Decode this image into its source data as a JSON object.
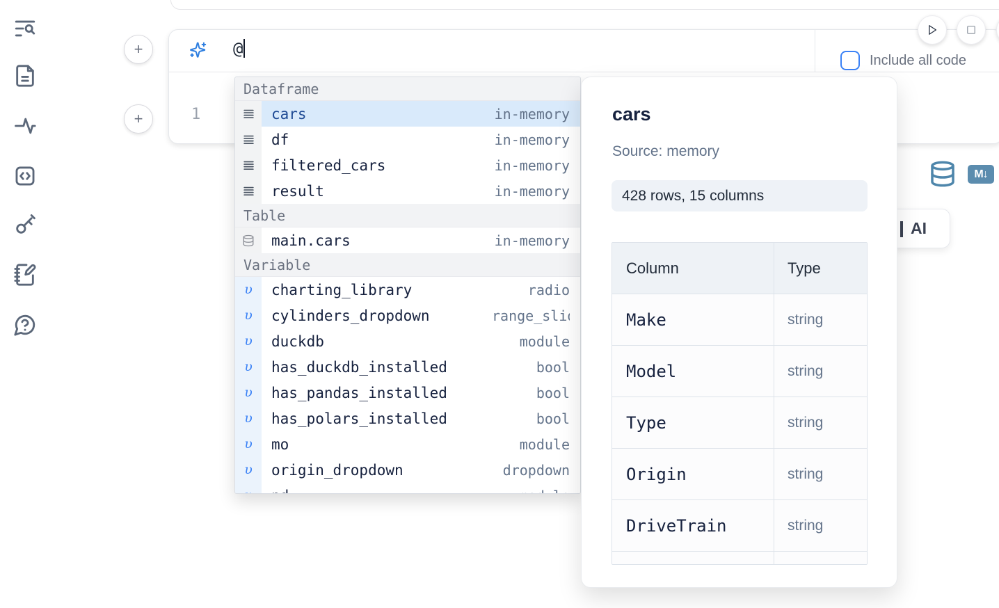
{
  "sidebar": {
    "icons": [
      "list-search",
      "document",
      "activity",
      "code-snippet",
      "key",
      "notebook-edit",
      "help-chat"
    ]
  },
  "cell": {
    "ai_input": {
      "value": "@",
      "placeholder": ""
    },
    "include_all_code_label": "Include all code",
    "include_all_code_checked": false,
    "line_number": "1",
    "markdown_badge": "M↓"
  },
  "add_cell_button_label": "+",
  "autocomplete": {
    "sections": [
      {
        "label": "Dataframe",
        "items": [
          {
            "name": "cars",
            "type": "in-memory",
            "icon": "rows",
            "selected": true
          },
          {
            "name": "df",
            "type": "in-memory",
            "icon": "rows",
            "selected": false
          },
          {
            "name": "filtered_cars",
            "type": "in-memory",
            "icon": "rows",
            "selected": false
          },
          {
            "name": "result",
            "type": "in-memory",
            "icon": "rows",
            "selected": false
          }
        ]
      },
      {
        "label": "Table",
        "items": [
          {
            "name": "main.cars",
            "type": "in-memory",
            "icon": "database",
            "selected": false
          }
        ]
      },
      {
        "label": "Variable",
        "items": [
          {
            "name": "charting_library",
            "type": "radio",
            "icon": "variable",
            "selected": false
          },
          {
            "name": "cylinders_dropdown",
            "type": "range_slider",
            "icon": "variable",
            "selected": false
          },
          {
            "name": "duckdb",
            "type": "module",
            "icon": "variable",
            "selected": false
          },
          {
            "name": "has_duckdb_installed",
            "type": "bool",
            "icon": "variable",
            "selected": false
          },
          {
            "name": "has_pandas_installed",
            "type": "bool",
            "icon": "variable",
            "selected": false
          },
          {
            "name": "has_polars_installed",
            "type": "bool",
            "icon": "variable",
            "selected": false
          },
          {
            "name": "mo",
            "type": "module",
            "icon": "variable",
            "selected": false
          },
          {
            "name": "origin_dropdown",
            "type": "dropdown",
            "icon": "variable",
            "selected": false
          },
          {
            "name": "pd",
            "type": "module",
            "icon": "variable",
            "selected": false
          }
        ]
      }
    ],
    "variable_glyph": "υ"
  },
  "preview_panel": {
    "title": "cars",
    "source": "Source: memory",
    "shape_badge": "428 rows, 15 columns",
    "table": {
      "headers": [
        "Column",
        "Type"
      ],
      "rows": [
        {
          "column": "Make",
          "type": "string"
        },
        {
          "column": "Model",
          "type": "string"
        },
        {
          "column": "Type",
          "type": "string"
        },
        {
          "column": "Origin",
          "type": "string"
        },
        {
          "column": "DriveTrain",
          "type": "string"
        }
      ]
    }
  },
  "ai_card": {
    "label": "AI"
  },
  "colors": {
    "accent_blue": "#3b82f6",
    "selection_bg": "#d9eafb",
    "selected_text": "#1e4a94",
    "steel_blue_icon": "#4e86ab",
    "muted_text": "#64748b",
    "dark_text": "#16213e",
    "section_header_bg": "#f2f3f5",
    "variable_gutter_bg": "#ebf3fc"
  }
}
